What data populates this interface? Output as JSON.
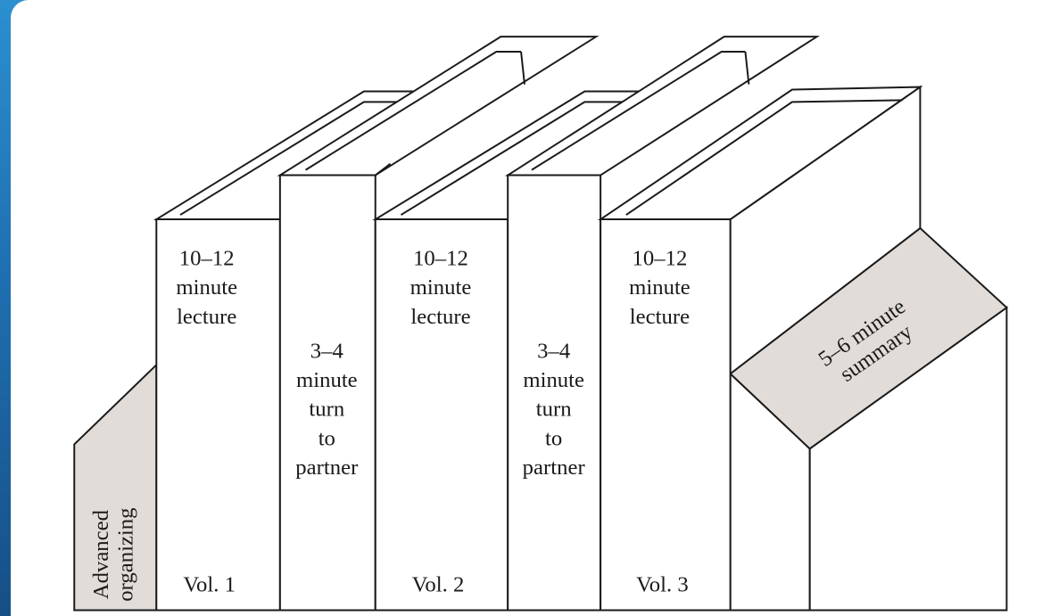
{
  "diagram": {
    "organizer": [
      "Advanced",
      "organizing"
    ],
    "lectures": [
      {
        "lines": [
          "10–12",
          "minute",
          "lecture"
        ],
        "vol": "Vol. 1"
      },
      {
        "lines": [
          "10–12",
          "minute",
          "lecture"
        ],
        "vol": "Vol. 2"
      },
      {
        "lines": [
          "10–12",
          "minute",
          "lecture"
        ],
        "vol": "Vol. 3"
      }
    ],
    "partners": [
      {
        "lines": [
          "3–4",
          "minute",
          "turn",
          "to",
          "partner"
        ]
      },
      {
        "lines": [
          "3–4",
          "minute",
          "turn",
          "to",
          "partner"
        ]
      }
    ],
    "summary": [
      "5–6 minute",
      "summary"
    ]
  }
}
